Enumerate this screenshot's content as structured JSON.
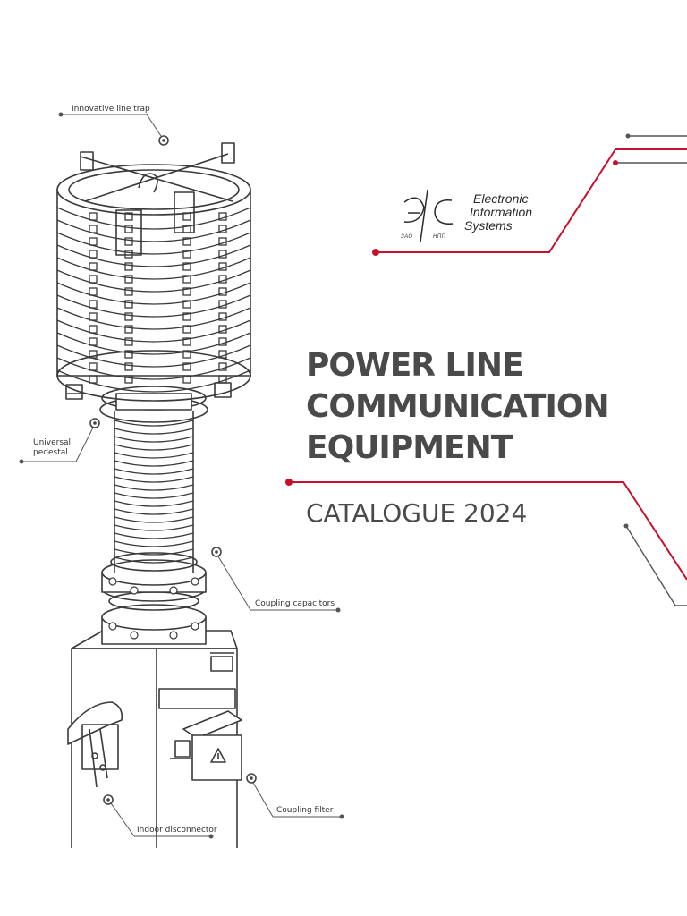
{
  "brand": {
    "name_lines": [
      "Electronic",
      "Information",
      "Systems"
    ],
    "logo_glyph": "ЭС",
    "logo_sub_left": "ЗАО",
    "logo_sub_right": "НПП"
  },
  "title": {
    "lines": [
      "POWER LINE",
      "COMMUNICATION",
      "EQUIPMENT"
    ],
    "subtitle": "CATALOGUE 2024"
  },
  "callouts": {
    "line_trap": "Innovative line trap",
    "pedestal_line1": "Universal",
    "pedestal_line2": "pedestal",
    "coupling_capacitors": "Coupling capacitors",
    "coupling_filter": "Coupling filter",
    "indoor_disconnector": "Indoor disconnector"
  },
  "colors": {
    "accent_red": "#c8102e",
    "line_gray": "#555555",
    "text_dark": "#4a4a4a"
  }
}
